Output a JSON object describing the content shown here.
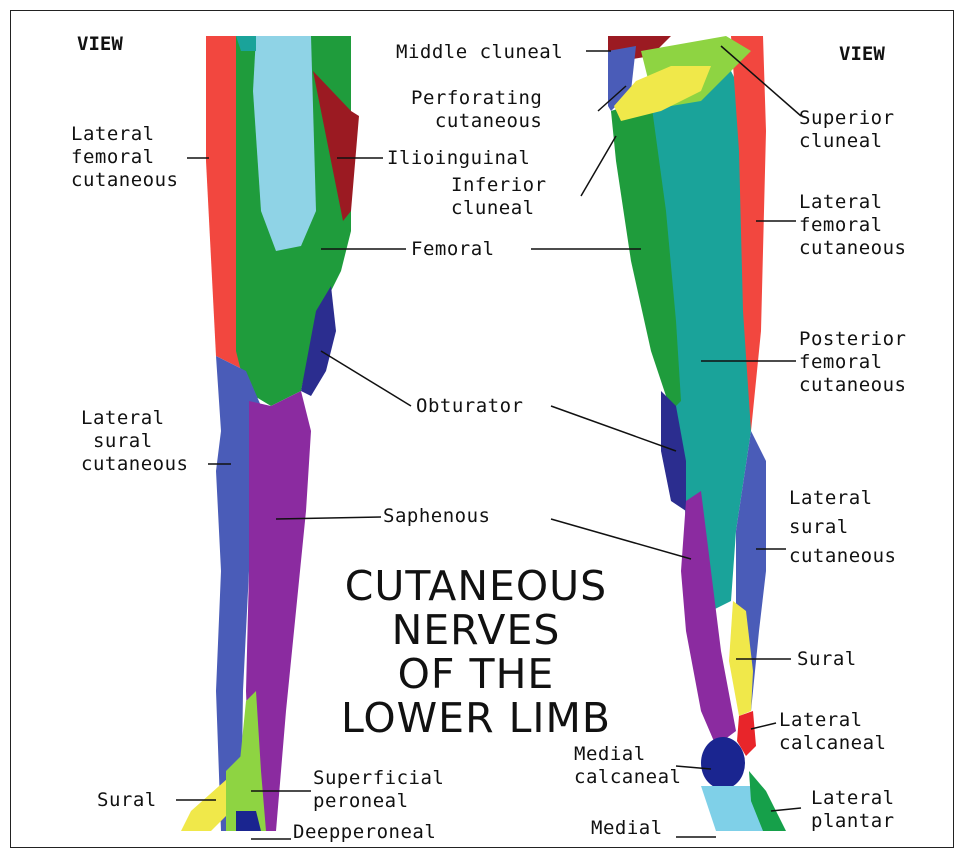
{
  "view_left": "VIEW",
  "view_right": "VIEW",
  "title_lines": [
    "CUTANEOUS",
    "NERVES",
    "OF THE",
    "LOWER LIMB"
  ],
  "labels": {
    "lateral_femoral_left": "Lateral\nfemoral\ncutaneous",
    "lateral_sural_left": "Lateral\n sural\ncutaneous",
    "sural_left": "Sural",
    "middle_cluneal": "Middle cluneal",
    "perforating_cutaneous": "Perforating\ncutaneous",
    "ilioinguinal": "Ilioinguinal",
    "inferior_cluneal": "Inferior\ncluneal",
    "femoral": "Femoral",
    "obturator": "Obturator",
    "saphenous": "Saphenous",
    "superficial_peroneal": "Superficial\nperoneal",
    "deep_peroneal": "Deepperoneal",
    "superior_cluneal": "Superior\ncluneal",
    "lateral_femoral_right": "Lateral\nfemoral\ncutaneous",
    "posterior_femoral": "Posterior\nfemoral\ncutaneous",
    "lateral_sural_right": "Lateral\nsural\ncutaneous",
    "sural_right": "Sural",
    "lateral_calcaneal": "Lateral\ncalcaneal",
    "medial_calcaneal": "Medial\ncalcaneal",
    "medial": "Medial",
    "lateral_plantar": "Lateral\nplantar"
  },
  "colors": {
    "lateral_femoral": "#f2473f",
    "femoral": "#1f9c3c",
    "ilioinguinal": "#9b1a22",
    "genitofemoral_lightblue": "#8fd3e6",
    "obturator": "#2b2d8f",
    "saphenous": "#8b2ba0",
    "lateral_sural": "#4a5cb8",
    "sural": "#f0e84a",
    "superficial_peroneal": "#8ed442",
    "posterior_femoral": "#1aa39a",
    "medial_calcaneal": "#1a2590",
    "lateral_calcaneal": "#e8252a",
    "medial_plantar": "#7fd0e8",
    "lateral_plantar": "#16a04a"
  }
}
